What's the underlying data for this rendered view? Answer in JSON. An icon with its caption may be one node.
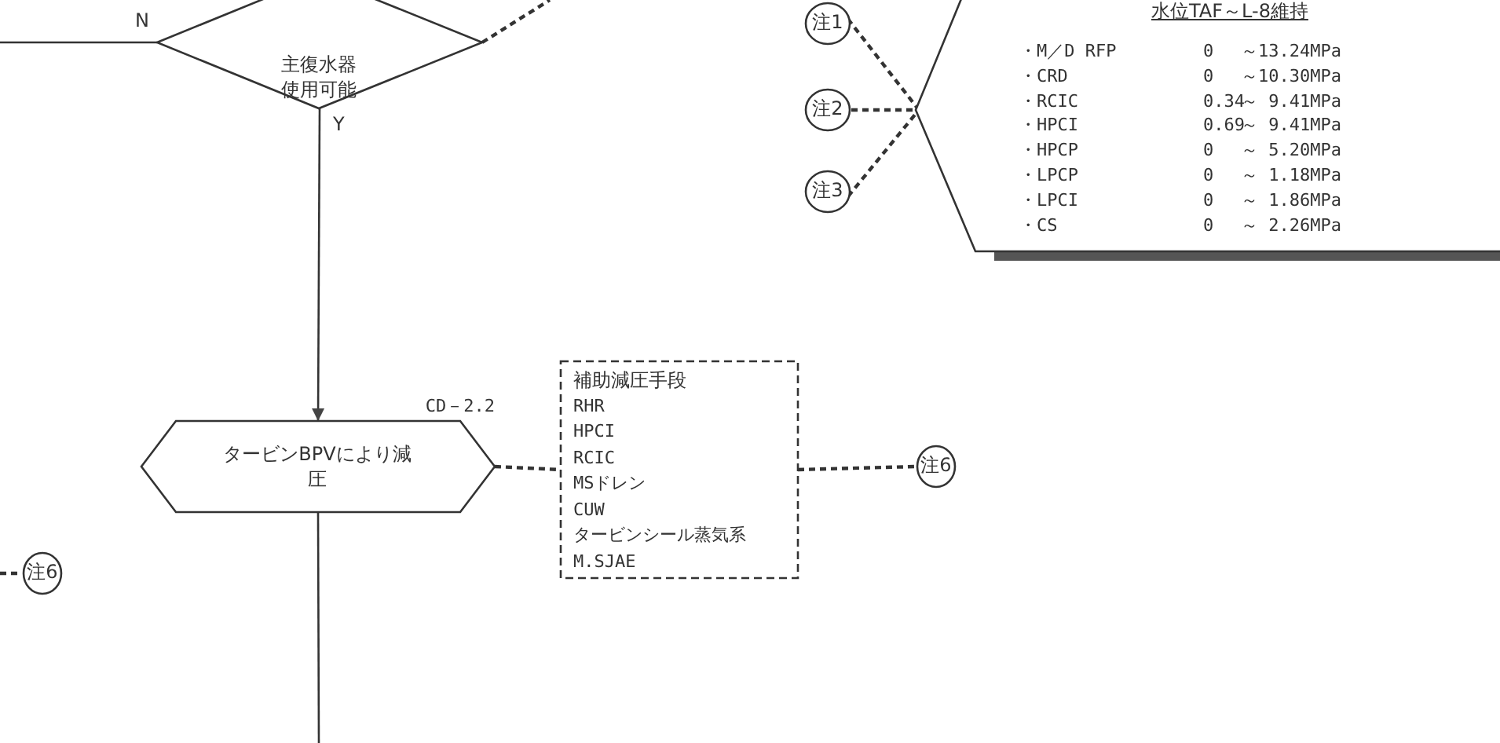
{
  "diagram": {
    "nodes": [
      {
        "text": [
          "主復水器使用可能"
        ]
      },
      {
        "text": [
          "水位TAF～L-8維持",
          "・M／D RFP",
          "0",
          "～13.24MPa",
          "・CRD",
          "0",
          "～10.30MPa",
          "・RCIC",
          "0.34",
          "～ 9.41MPa",
          "・HPCI",
          "0.69",
          "～ 9.41MPa",
          "・HPCP",
          "0",
          "～ 5.20MPa",
          "・LPCP",
          "0",
          "～ 1.18MPa",
          "・LPCI",
          "0",
          "～ 1.86MPa",
          "・CS",
          "0",
          "～ 2.26MPa"
        ]
      },
      {
        "text": [
          "注1"
        ]
      },
      {
        "text": [
          "注2"
        ]
      },
      {
        "text": [
          "注3"
        ]
      },
      {
        "text": [
          "タービンBPVにより減圧"
        ],
        "beside": [
          "CD－2.2"
        ]
      },
      {
        "text": [
          "補助減圧手段",
          "RHR",
          "HPCI",
          "RCIC",
          "MSドレン",
          "CUW",
          "タービンシール蒸気系",
          "M.SJAE"
        ]
      },
      {
        "text": [
          "注6"
        ]
      },
      {
        "text": [
          "注6"
        ]
      }
    ],
    "edges": [
      {
        "from": 0,
        "to": 5,
        "arrow": "to",
        "label": "Y"
      },
      {
        "from": 0,
        "to": null,
        "arrow": "none",
        "label": "N"
      },
      {
        "from": 0,
        "to": null,
        "arrow": "none",
        "style": "dashed"
      },
      {
        "from": 2,
        "to": 1,
        "arrow": "none",
        "style": "dashed"
      },
      {
        "from": 3,
        "to": 1,
        "arrow": "none",
        "style": "dashed"
      },
      {
        "from": 4,
        "to": 1,
        "arrow": "none",
        "style": "dashed"
      },
      {
        "from": 5,
        "to": 6,
        "arrow": "none",
        "style": "dashed"
      },
      {
        "from": 6,
        "to": 7,
        "arrow": "none",
        "style": "dashed"
      },
      {
        "from": null,
        "to": 8,
        "arrow": "none",
        "style": "dashed"
      },
      {
        "from": 5,
        "to": null,
        "arrow": "none"
      }
    ]
  }
}
